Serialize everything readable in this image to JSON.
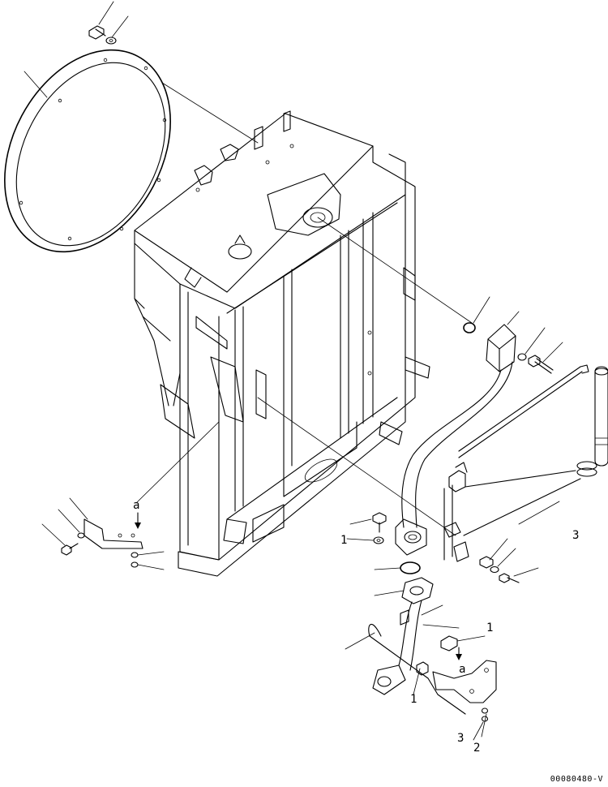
{
  "diagram": {
    "drawing_code": "00080480-V",
    "callouts": {
      "ref_a_left": "a",
      "ref_a_right": "a",
      "mark_1_mid": "1",
      "mark_1_lower": "1",
      "mark_1_right": "1",
      "mark_3_right": "3",
      "mark_3_bottom": "3",
      "mark_2_bottom": "2"
    },
    "parts": [
      "bolt-washer-top",
      "fan-shroud-ring",
      "radiator-frame-assembly",
      "o-ring-upper",
      "elbow-hose",
      "water-pipe-upper",
      "reservoir-tank",
      "bracket-rod",
      "bracket-left",
      "o-ring-lower",
      "water-pipe-lower",
      "clamp",
      "bracket-right"
    ]
  }
}
